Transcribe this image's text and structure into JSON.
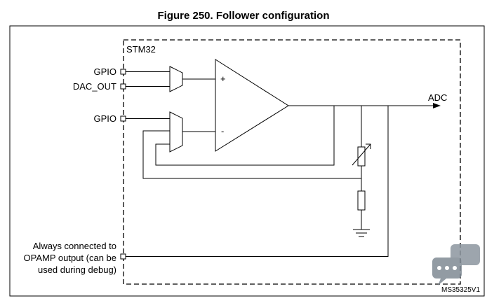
{
  "figure": {
    "title": "Figure 250. Follower configuration",
    "chip_label": "STM32",
    "pins": {
      "gpio_top": "GPIO",
      "dac_out": "DAC_OUT",
      "gpio_bottom": "GPIO",
      "debug_line_1": "Always connected to",
      "debug_line_2": "OPAMP output (can be",
      "debug_line_3": "used during debug)"
    },
    "opamp": {
      "plus": "+",
      "minus": "-"
    },
    "output_label": "ADC",
    "figure_id": "MS35325V1"
  },
  "colors": {
    "line": "#000000",
    "border": "#000000",
    "watermark": "#7f8a94"
  }
}
